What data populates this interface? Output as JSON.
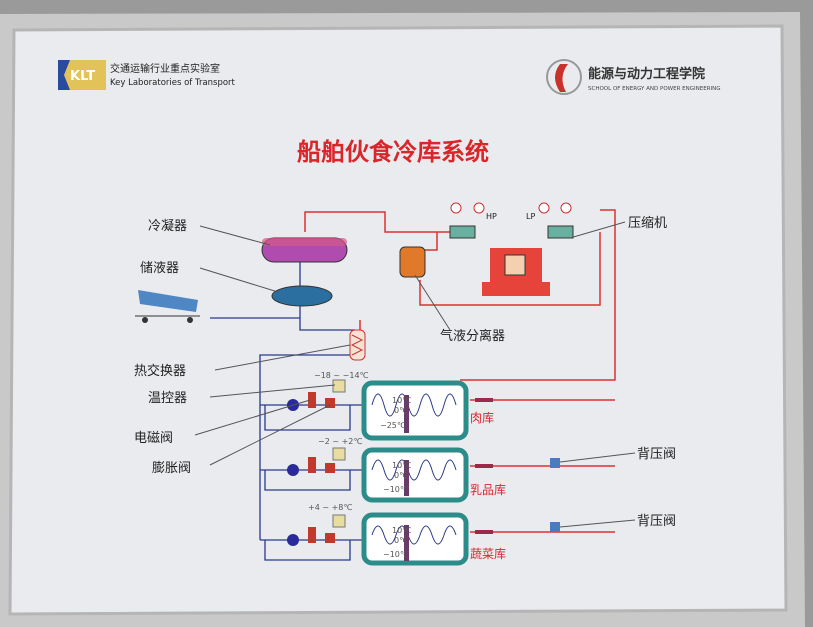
{
  "header": {
    "left_logo_text": "KLT",
    "left_org_cn": "交通运输行业重点实验室",
    "left_org_en": "Key Laboratories of Transport",
    "right_org_cn": "能源与动力工程学院",
    "right_org_en": "SCHOOL OF ENERGY AND POWER ENGINEERING"
  },
  "title": "船舶伙食冷库系统",
  "labels": {
    "condenser": "冷凝器",
    "receiver": "储液器",
    "heat_exchanger": "热交换器",
    "thermostat": "温控器",
    "solenoid_valve": "电磁阀",
    "expansion_valve": "膨胀阀",
    "compressor": "压缩机",
    "separator": "气液分离器",
    "back_pressure_valve_1": "背压阀",
    "back_pressure_valve_2": "背压阀",
    "hp": "HP",
    "lp": "LP"
  },
  "rooms": [
    {
      "name": "肉库",
      "range": "−18 ~ −14℃",
      "top": "10℃",
      "mid": "0℃",
      "bottom": "−25℃"
    },
    {
      "name": "乳品库",
      "range": "−2 ~ +2℃",
      "top": "10℃",
      "mid": "0℃",
      "bottom": "−10℃"
    },
    {
      "name": "蔬菜库",
      "range": "+4 ~ +8℃",
      "top": "10℃",
      "mid": "0℃",
      "bottom": "−10℃"
    }
  ],
  "colors": {
    "title": "#d8262a",
    "pipe_red": "#d33",
    "pipe_blue": "#2a3a8a",
    "room": "#2b8c8a"
  }
}
